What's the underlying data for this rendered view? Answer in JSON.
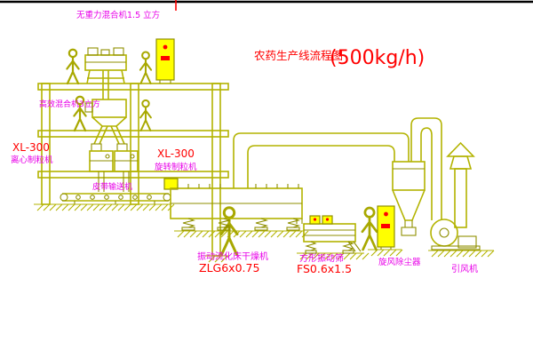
{
  "drawing": {
    "title": "农药生产线流程图",
    "capacity": "(500kg/h)",
    "labels": {
      "gravity_mixer": "无重力混合机1.5 立方",
      "high_eff_mixer": "高效混合机3立方",
      "granulator_left_model": "XL-300",
      "granulator_left_name": "离心制粒机",
      "granulator_right_model": "XL-300",
      "granulator_right_name": "旋转制粒机",
      "belt_conveyor": "皮带输送机",
      "dryer_name": "振动流化床干燥机",
      "dryer_model": "ZLG6x0.75",
      "screen_name": "方形振动筛",
      "screen_model": "FS0.6x1.5",
      "cyclone": "旋风除尘器",
      "fan": "引风机"
    },
    "colors": {
      "line": "#b3b300",
      "line_dark": "#8f8f00",
      "label_magenta": "#e800e8",
      "label_red": "#ff0000",
      "panel_yellow": "#ffff00",
      "background": "#ffffff",
      "border": "#000000"
    }
  }
}
